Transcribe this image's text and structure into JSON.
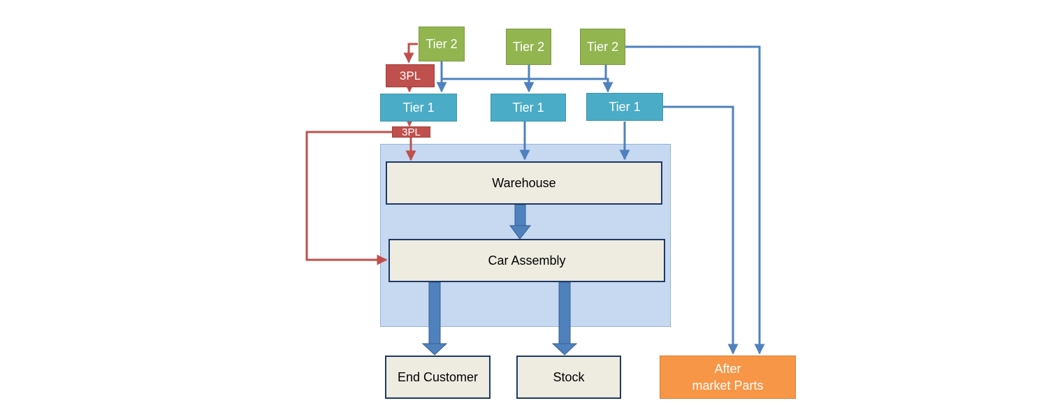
{
  "nodes": {
    "tier2_a": "Tier 2",
    "tier2_b": "Tier 2",
    "tier2_c": "Tier 2",
    "tpl_top": "3PL",
    "tier1_a": "Tier 1",
    "tier1_b": "Tier 1",
    "tier1_c": "Tier 1",
    "tpl_mid": "3PL",
    "warehouse": "Warehouse",
    "car_assembly": "Car Assembly",
    "end_customer": "End Customer",
    "stock": "Stock",
    "aftermarket": "After\nmarket Parts"
  },
  "colors": {
    "tier2": "#92b550",
    "tier1": "#4aacc6",
    "tpl": "#c0504d",
    "core_fill": "#eeece1",
    "plant_area": "#c6d9f1",
    "aftermarket": "#f79646",
    "flow_blue": "#4f81bd",
    "flow_red": "#c0504d"
  }
}
